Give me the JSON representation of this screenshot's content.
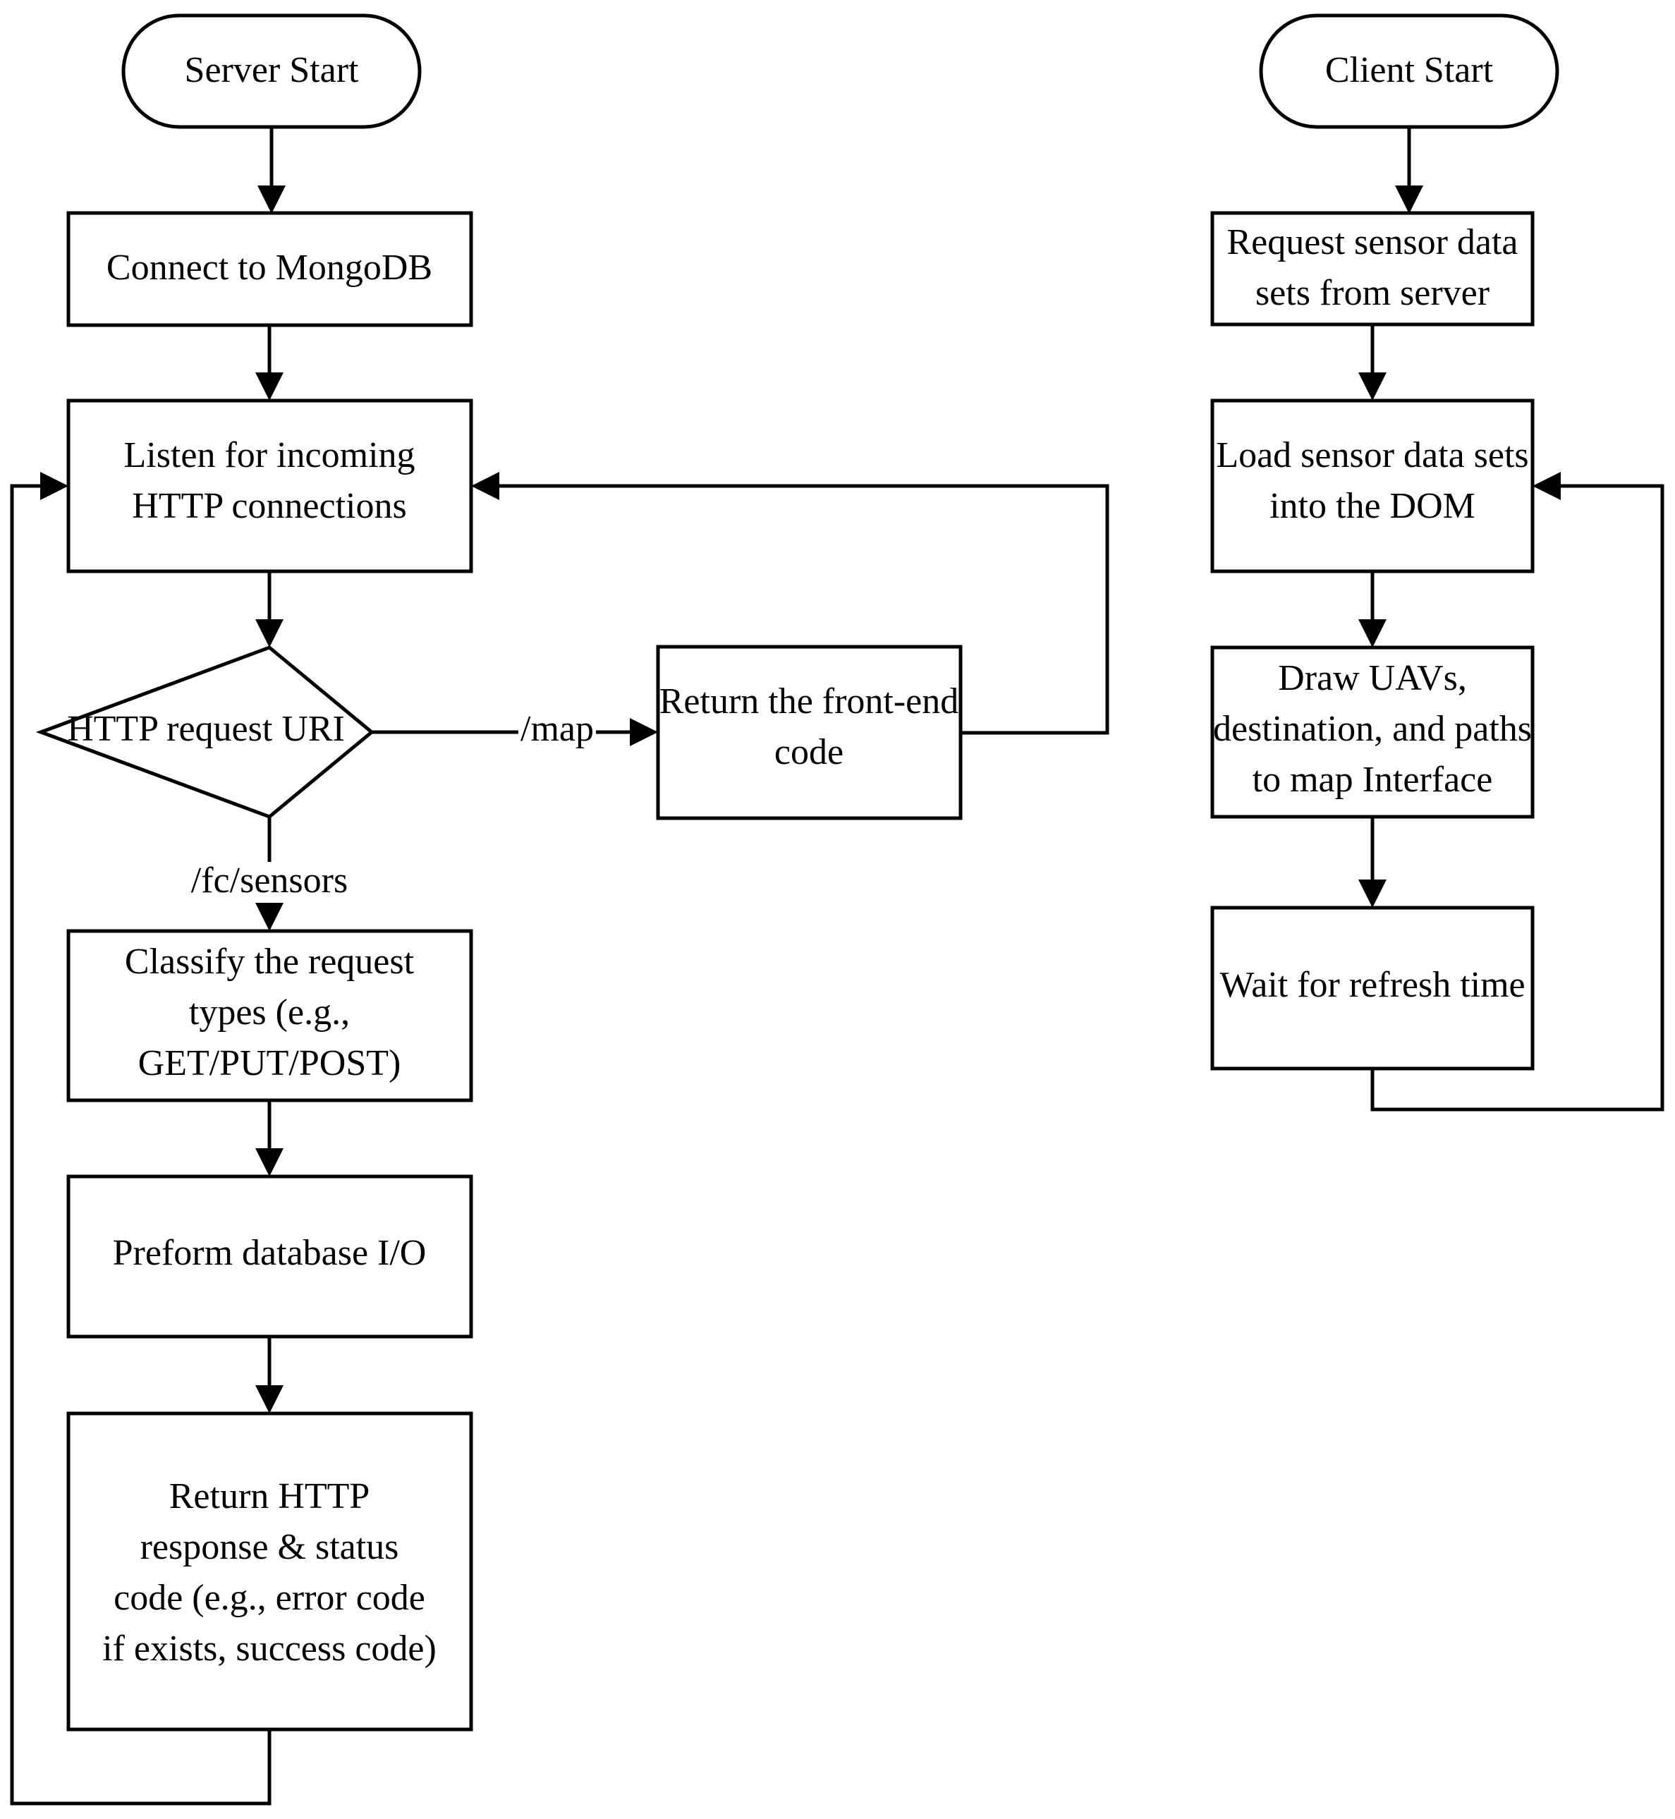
{
  "diagram": {
    "title": "Server and Client flowchart",
    "colors": {
      "stroke": "#000000",
      "fill": "#ffffff",
      "text": "#000000"
    },
    "server_lane": {
      "start": {
        "label": "Server Start"
      },
      "nodes": [
        {
          "id": "connect_mongodb",
          "label": "Connect to MongoDB",
          "shape": "process"
        },
        {
          "id": "listen_http",
          "label_line1": "Listen for incoming",
          "label_line2": "HTTP connections",
          "shape": "process"
        },
        {
          "id": "http_request_uri",
          "label": "HTTP request URI",
          "shape": "decision"
        },
        {
          "id": "return_frontend",
          "label_line1": "Return the front-end",
          "label_line2": "code",
          "shape": "process"
        },
        {
          "id": "classify_request",
          "label_line1": "Classify the request",
          "label_line2": "types (e.g.,",
          "label_line3": "GET/PUT/POST)",
          "shape": "process"
        },
        {
          "id": "database_io",
          "label": "Preform database I/O",
          "shape": "process"
        },
        {
          "id": "return_http_response",
          "label_line1": "Return HTTP",
          "label_line2": "response & status",
          "label_line3": "code (e.g., error code",
          "label_line4": "if exists, success code)",
          "shape": "process"
        }
      ],
      "edge_labels": {
        "map_branch": "/map",
        "sensors_branch": "/fc/sensors"
      }
    },
    "client_lane": {
      "start": {
        "label": "Client Start"
      },
      "nodes": [
        {
          "id": "request_sensor_data",
          "label_line1": "Request sensor data",
          "label_line2": "sets from server",
          "shape": "process"
        },
        {
          "id": "load_sensor_data",
          "label_line1": "Load sensor data sets",
          "label_line2": "into the DOM",
          "shape": "process"
        },
        {
          "id": "draw_uavs",
          "label_line1": "Draw UAVs,",
          "label_line2": "destination, and paths",
          "label_line3": "to map Interface",
          "shape": "process"
        },
        {
          "id": "wait_refresh",
          "label": "Wait for refresh time",
          "shape": "process"
        }
      ]
    }
  }
}
